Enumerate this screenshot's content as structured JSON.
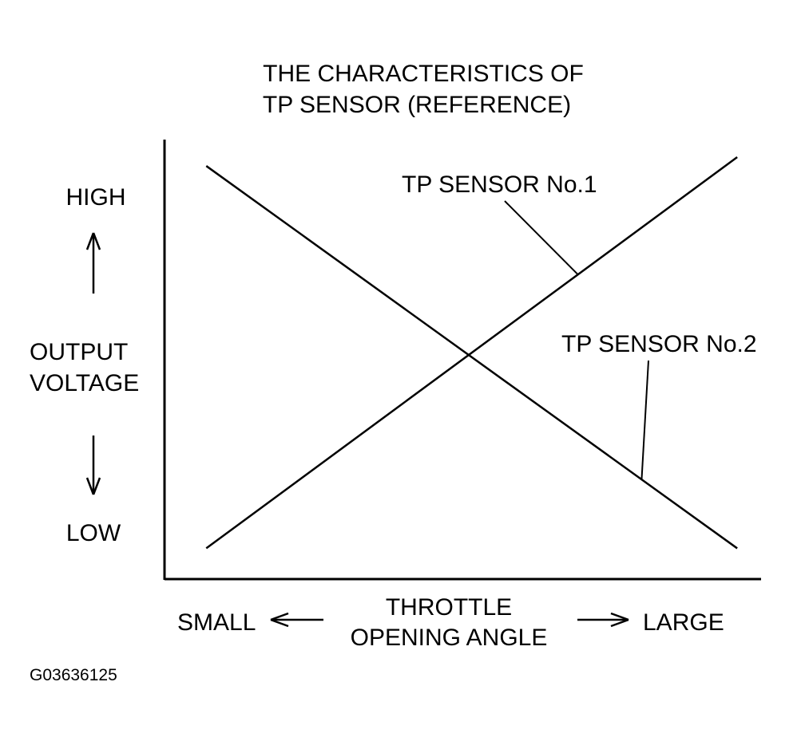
{
  "chart_data": {
    "type": "line",
    "title_lines": [
      "THE CHARACTERISTICS OF",
      "TP SENSOR (REFERENCE)"
    ],
    "x_axis": {
      "label_lines": [
        "THROTTLE",
        "OPENING ANGLE"
      ],
      "low_label": "SMALL",
      "high_label": "LARGE",
      "range": [
        0,
        1
      ]
    },
    "y_axis": {
      "label_lines": [
        "OUTPUT",
        "VOLTAGE"
      ],
      "high_label": "HIGH",
      "low_label": "LOW",
      "range": [
        0,
        1
      ]
    },
    "series": [
      {
        "name": "TP SENSOR No.1",
        "x": [
          0.07,
          0.96
        ],
        "y": [
          0.07,
          0.96
        ]
      },
      {
        "name": "TP SENSOR No.2",
        "x": [
          0.07,
          0.96
        ],
        "y": [
          0.94,
          0.07
        ]
      }
    ],
    "grid": false,
    "figure_code": "G03636125"
  },
  "colors": {
    "ink": "#000000",
    "background": "#ffffff"
  }
}
